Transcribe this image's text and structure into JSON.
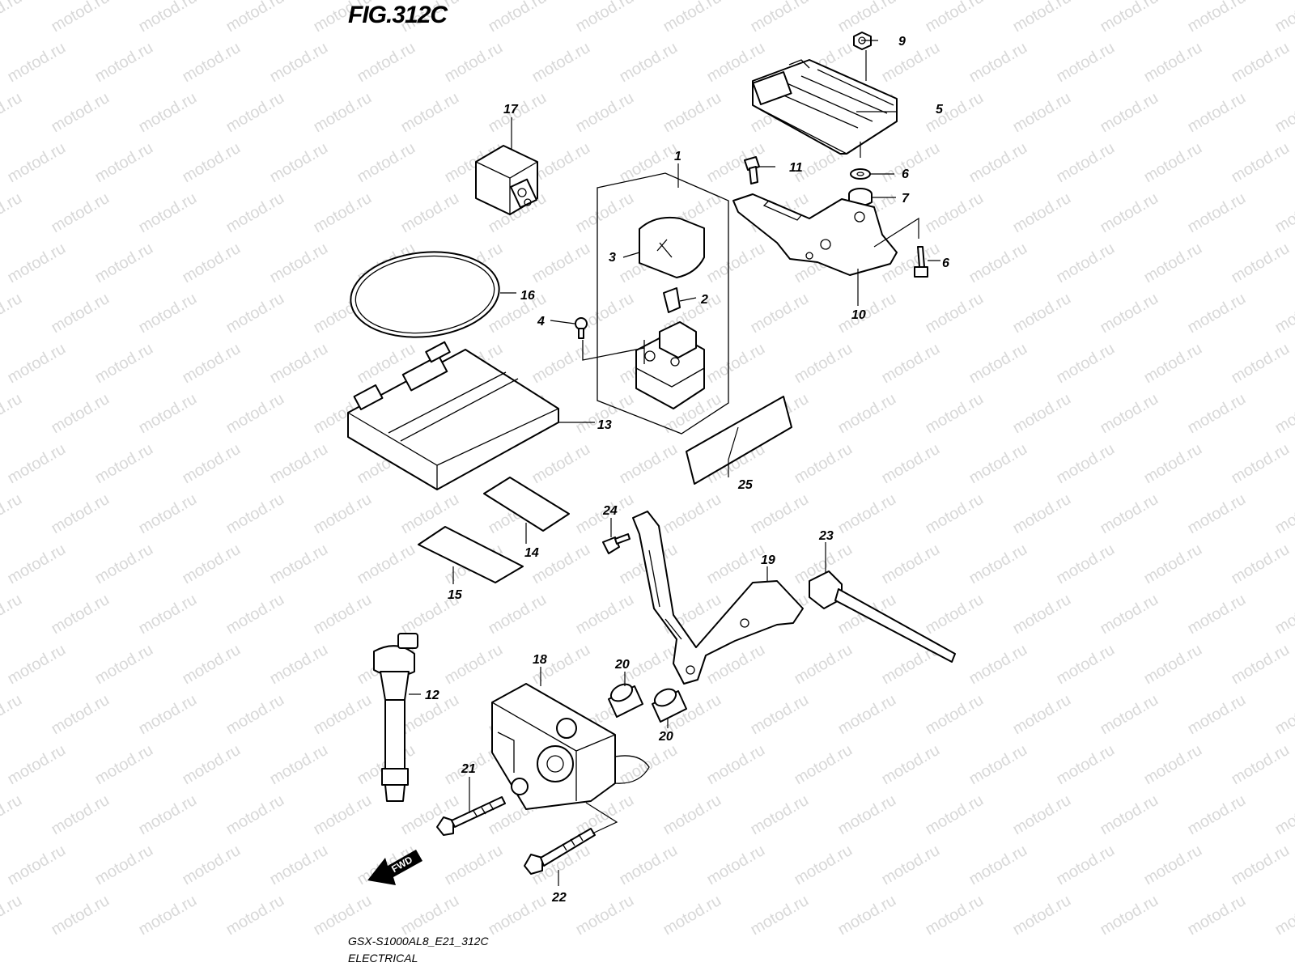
{
  "figure": {
    "title": "FIG.312C",
    "model_code": "GSX-S1000AL8_E21_312C",
    "section_title": "ELECTRICAL",
    "fwd_label": "FWD",
    "watermark_text": "motod.ru"
  },
  "callouts": [
    {
      "id": "1",
      "label": "1"
    },
    {
      "id": "2",
      "label": "2"
    },
    {
      "id": "3",
      "label": "3"
    },
    {
      "id": "4",
      "label": "4"
    },
    {
      "id": "5",
      "label": "5"
    },
    {
      "id": "6a",
      "label": "6"
    },
    {
      "id": "6b",
      "label": "6"
    },
    {
      "id": "7",
      "label": "7"
    },
    {
      "id": "9",
      "label": "9"
    },
    {
      "id": "10",
      "label": "10"
    },
    {
      "id": "11",
      "label": "11"
    },
    {
      "id": "12",
      "label": "12"
    },
    {
      "id": "13",
      "label": "13"
    },
    {
      "id": "14",
      "label": "14"
    },
    {
      "id": "15",
      "label": "15"
    },
    {
      "id": "16",
      "label": "16"
    },
    {
      "id": "17",
      "label": "17"
    },
    {
      "id": "18",
      "label": "18"
    },
    {
      "id": "19",
      "label": "19"
    },
    {
      "id": "20a",
      "label": "20"
    },
    {
      "id": "20b",
      "label": "20"
    },
    {
      "id": "21",
      "label": "21"
    },
    {
      "id": "22",
      "label": "22"
    },
    {
      "id": "23",
      "label": "23"
    },
    {
      "id": "24",
      "label": "24"
    },
    {
      "id": "25",
      "label": "25"
    }
  ],
  "colors": {
    "line": "#000000",
    "watermark": "#d8d8d8",
    "background": "#ffffff"
  }
}
